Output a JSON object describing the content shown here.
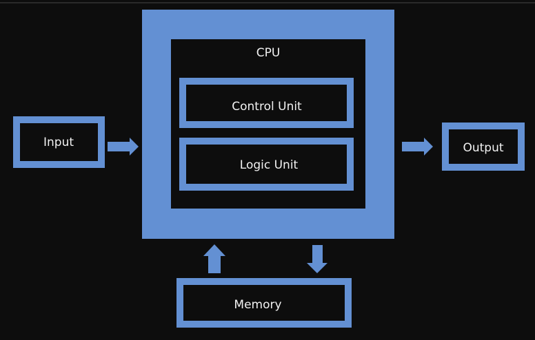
{
  "colors": {
    "background": "#0d0d0d",
    "block": "#6390d3",
    "text": "#f2f2f2"
  },
  "blocks": {
    "input": "Input",
    "cpu": "CPU",
    "control_unit": "Control Unit",
    "logic_unit": "Logic Unit",
    "output": "Output",
    "memory": "Memory"
  },
  "connections": [
    {
      "from": "Input",
      "to": "CPU"
    },
    {
      "from": "CPU",
      "to": "Output"
    },
    {
      "from": "Memory",
      "to": "CPU"
    },
    {
      "from": "CPU",
      "to": "Memory"
    }
  ]
}
